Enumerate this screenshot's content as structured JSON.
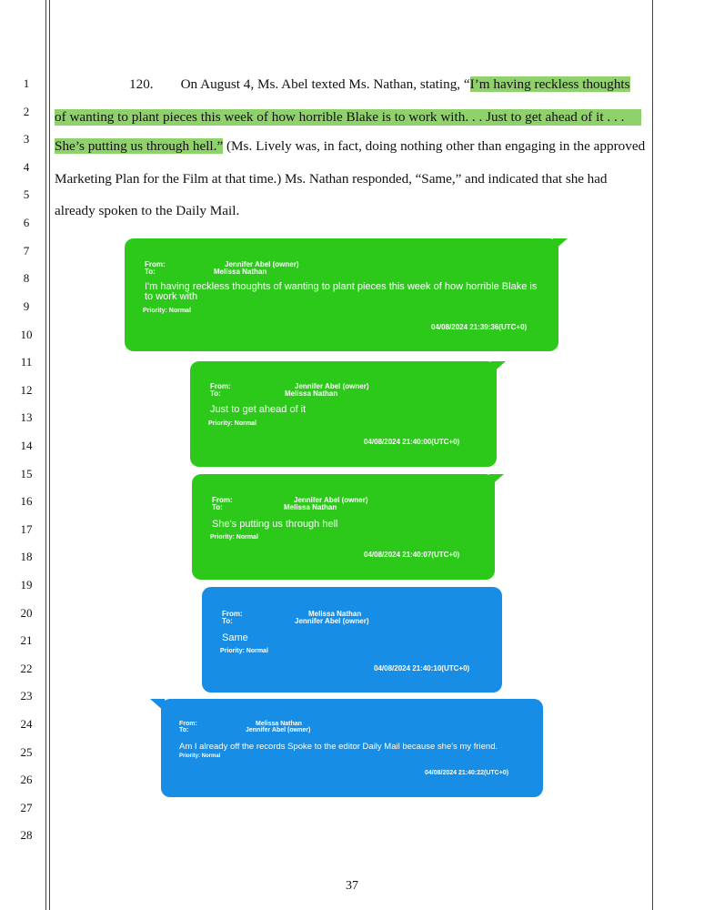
{
  "line_numbers": [
    "1",
    "2",
    "3",
    "4",
    "5",
    "6",
    "7",
    "8",
    "9",
    "10",
    "11",
    "12",
    "13",
    "14",
    "15",
    "16",
    "17",
    "18",
    "19",
    "20",
    "21",
    "22",
    "23",
    "24",
    "25",
    "26",
    "27",
    "28"
  ],
  "paragraph": {
    "number": "120.",
    "l1_pre": "On August 4, Ms. Abel texted Ms. Nathan, stating, “",
    "l1_hl": "I’m having reckless thoughts",
    "l2_hl": "of wanting to plant pieces this week of how horrible Blake is to work with. . . Just to get ahead of it . . .",
    "l3_hl": "She’s putting us through hell.”",
    "l3_post": " (Ms. Lively was, in fact, doing nothing other than engaging in the approved",
    "l4": "Marketing Plan for the Film at that time.)  Ms. Nathan responded, “Same,” and indicated that she had",
    "l5": "already spoken to the Daily Mail."
  },
  "messages": [
    {
      "color": "green",
      "from_label": "From:",
      "to_label": "To:",
      "from_name": "Jennifer Abel (owner)",
      "to_name": "Melissa Nathan",
      "text": "I'm having reckless thoughts of wanting to plant pieces this week of how horrible Blake is to work with",
      "priority": "Priority: Normal",
      "timestamp": "04/08/2024 21:39:36(UTC+0)"
    },
    {
      "color": "green",
      "from_label": "From:",
      "to_label": "To:",
      "from_name": "Jennifer Abel (owner)",
      "to_name": "Melissa Nathan",
      "text": "Just to get ahead of it",
      "priority": "Priority: Normal",
      "timestamp": "04/08/2024 21:40:00(UTC+0)"
    },
    {
      "color": "green",
      "from_label": "From:",
      "to_label": "To:",
      "from_name": "Jennifer Abel (owner)",
      "to_name": "Melissa Nathan",
      "text": "She's putting us through hell",
      "priority": "Priority: Normal",
      "timestamp": "04/08/2024 21:40:07(UTC+0)"
    },
    {
      "color": "blue",
      "from_label": "From:",
      "to_label": "To:",
      "from_name": "Melissa Nathan",
      "to_name": "Jennifer Abel (owner)",
      "text": "Same",
      "priority": "Priority: Normal",
      "timestamp": "04/08/2024 21:40:10(UTC+0)"
    },
    {
      "color": "blue",
      "from_label": "From:",
      "to_label": "To:",
      "from_name": "Melissa Nathan",
      "to_name": "Jennifer Abel (owner)",
      "text": "Am I already off the records Spoke to the editor Daily Mail because she's my friend.",
      "priority": "Priority: Normal",
      "timestamp": "04/08/2024 21:40:22(UTC+0)"
    }
  ],
  "page_number": "37",
  "colors": {
    "green_bubble": "#2cc91b",
    "blue_bubble": "#178de6",
    "highlight": "#8fd16a"
  }
}
